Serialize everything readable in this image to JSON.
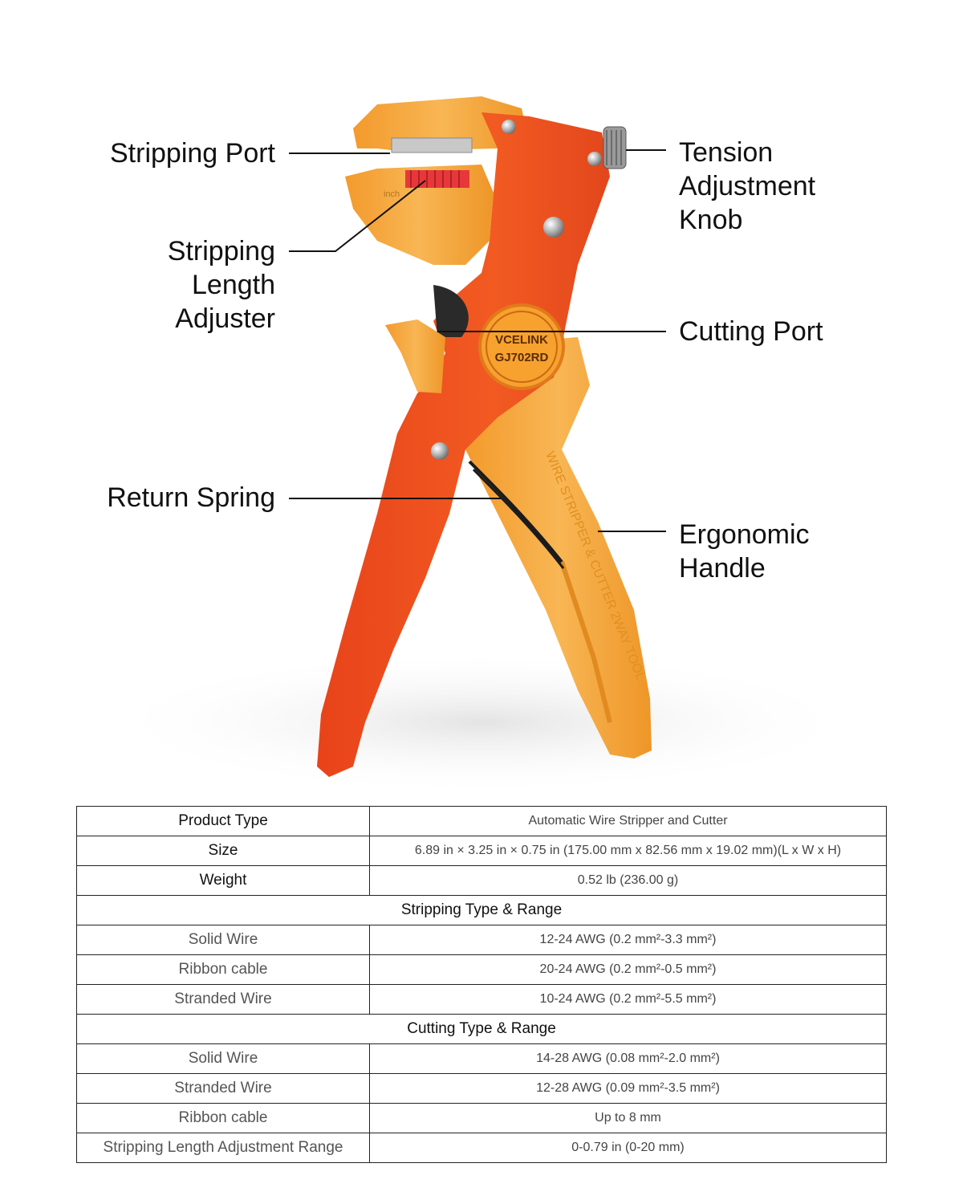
{
  "brand_mark": {
    "line1": "VCELINK",
    "line2": "GJ702RD"
  },
  "handle_print": "WIRE STRIPPER & CUTTER 2WAY TOOL",
  "jaw_scale": "inch",
  "colors": {
    "orange_red": "#f0531c",
    "yellow_orange": "#f6ad3e",
    "scale_red": "#e8373a"
  },
  "callouts": {
    "stripping_port": "Stripping Port",
    "stripping_length_adjuster": "Stripping\nLength\nAdjuster",
    "return_spring": "Return Spring",
    "tension_adjustment_knob": "Tension\nAdjustment\nKnob",
    "cutting_port": "Cutting Port",
    "ergonomic_handle": "Ergonomic\nHandle"
  },
  "specs": {
    "rows": [
      {
        "key": "Product Type",
        "value": "Automatic Wire Stripper and Cutter"
      },
      {
        "key": "Size",
        "value": "6.89 in × 3.25 in × 0.75 in (175.00 mm x 82.56 mm x 19.02 mm)(L x W x H)"
      },
      {
        "key": "Weight",
        "value": "0.52 lb (236.00 g)"
      }
    ],
    "stripping_header": "Stripping Type & Range",
    "stripping_rows": [
      {
        "key": "Solid Wire",
        "value": "12-24 AWG (0.2 mm²-3.3 mm²)"
      },
      {
        "key": "Ribbon cable",
        "value": "20-24 AWG (0.2 mm²-0.5 mm²)"
      },
      {
        "key": "Stranded Wire",
        "value": "10-24 AWG (0.2 mm²-5.5 mm²)"
      }
    ],
    "cutting_header": "Cutting Type & Range",
    "cutting_rows": [
      {
        "key": "Solid Wire",
        "value": "14-28 AWG (0.08 mm²-2.0 mm²)"
      },
      {
        "key": "Stranded Wire",
        "value": "12-28 AWG (0.09 mm²-3.5 mm²)"
      },
      {
        "key": "Ribbon cable",
        "value": "Up to 8 mm"
      },
      {
        "key": "Stripping Length Adjustment Range",
        "value": "0-0.79 in (0-20 mm)"
      }
    ]
  }
}
